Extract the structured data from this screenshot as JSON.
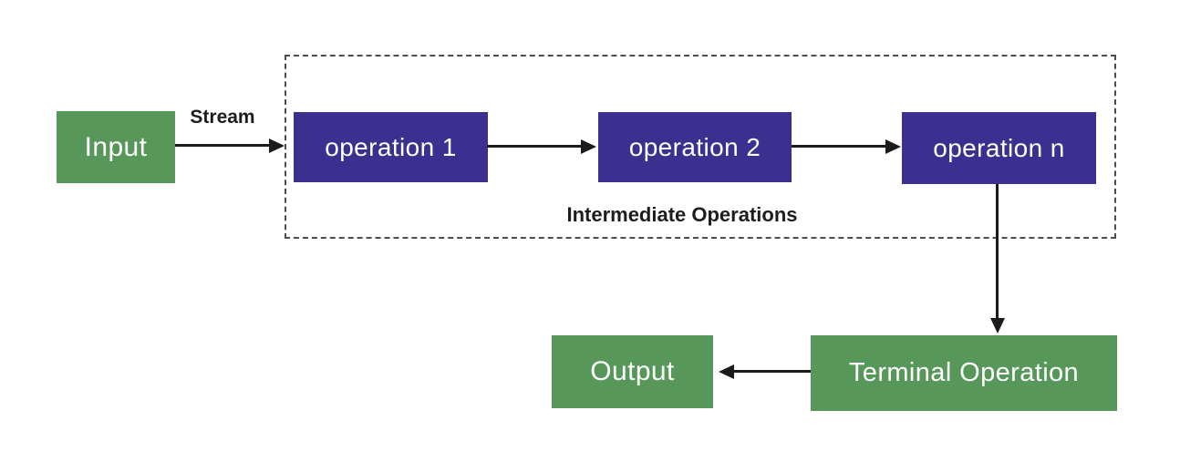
{
  "colors": {
    "box_green": "#57985a",
    "box_purple": "#3b2f90",
    "arrow": "#1b1b1b",
    "dashed_border": "#4d4d4d",
    "box_text": "#ffffff",
    "label_text": "#1d1d1d",
    "background": "#ffffff"
  },
  "nodes": {
    "input": {
      "label": "Input"
    },
    "operation1": {
      "label": "operation 1"
    },
    "operation2": {
      "label": "operation 2"
    },
    "operation_n": {
      "label": "operation n"
    },
    "terminal": {
      "label": "Terminal Operation"
    },
    "output": {
      "label": "Output"
    }
  },
  "labels": {
    "stream": "Stream",
    "intermediate_group": "Intermediate Operations"
  }
}
